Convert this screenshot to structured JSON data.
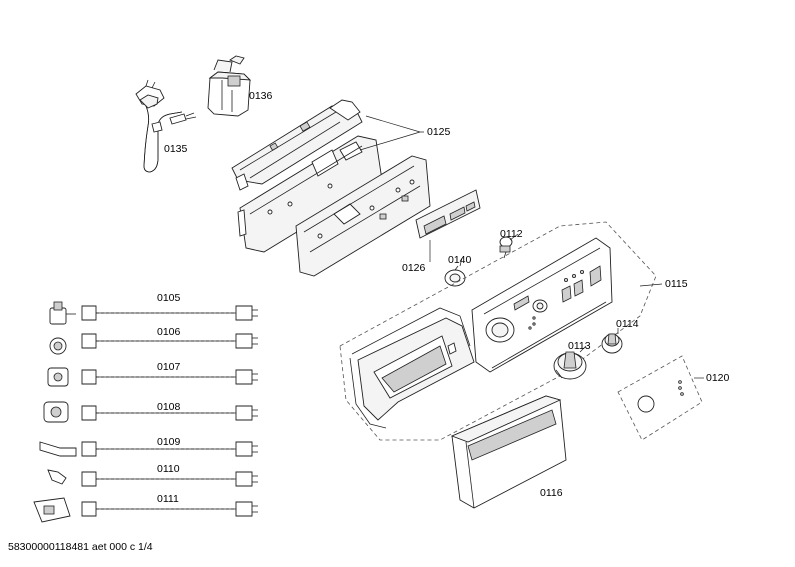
{
  "parts": {
    "p0136": "0136",
    "p0135": "0135",
    "p0125": "0125",
    "p0126": "0126",
    "p0140": "0140",
    "p0112": "0112",
    "p0115": "0115",
    "p0114": "0114",
    "p0113": "0113",
    "p0120": "0120",
    "p0116": "0116",
    "p0105": "0105",
    "p0106": "0106",
    "p0107": "0107",
    "p0108": "0108",
    "p0109": "0109",
    "p0110": "0110",
    "p0111": "0111"
  },
  "footer": "58300000118481 aet 000 c 1/4"
}
